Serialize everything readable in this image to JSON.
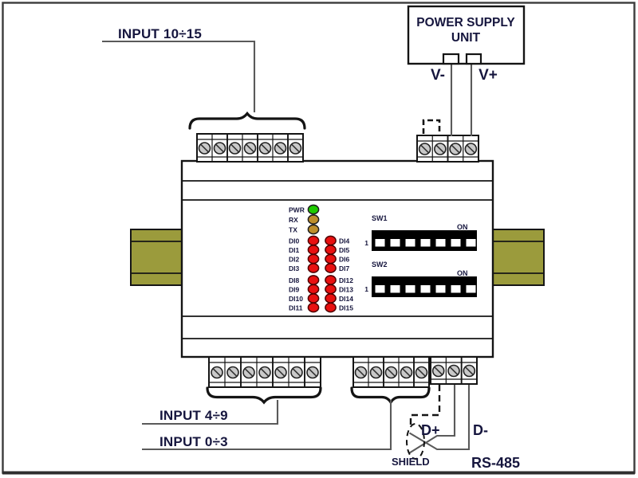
{
  "diagram": {
    "labels": {
      "input_10_15": "INPUT 10÷15",
      "input_4_9": "INPUT 4÷9",
      "input_0_3": "INPUT 0÷3",
      "v_minus": "V-",
      "v_plus": "V+",
      "d_plus": "D+",
      "d_minus": "D-",
      "shield": "SHIELD",
      "rs485": "RS-485"
    },
    "power_supply_unit": {
      "line1": "POWER SUPPLY",
      "line2": "UNIT"
    },
    "status_leds": [
      {
        "label": "PWR",
        "color": "#1ecb00"
      },
      {
        "label": "RX",
        "color": "#bd8e2b"
      },
      {
        "label": "TX",
        "color": "#bd8e2b"
      }
    ],
    "di_rows": [
      {
        "left": "DI0",
        "right": "DI4"
      },
      {
        "left": "DI1",
        "right": "DI5"
      },
      {
        "left": "DI2",
        "right": "DI6"
      },
      {
        "left": "DI3",
        "right": "DI7"
      },
      {
        "left": "DI8",
        "right": "DI12"
      },
      {
        "left": "DI9",
        "right": "DI13"
      },
      {
        "left": "DI10",
        "right": "DI14"
      },
      {
        "left": "DI11",
        "right": "DI15"
      }
    ],
    "dip_switches": [
      {
        "label": "SW1",
        "on_label": "ON",
        "first_pin": "1",
        "positions": 7
      },
      {
        "label": "SW2",
        "on_label": "ON",
        "first_pin": "1",
        "positions": 7
      }
    ],
    "terminal_blocks": [
      {
        "name": "top-input-terminals",
        "screws": 7
      },
      {
        "name": "power-terminals",
        "screws": 4
      },
      {
        "name": "bottom-input-4-9",
        "screws": 7
      },
      {
        "name": "bottom-input-0-3",
        "screws": 5
      },
      {
        "name": "rs485-terminals",
        "screws": 3
      }
    ],
    "colors": {
      "din_rail": "#9b9b3c",
      "di_led": "#e81010",
      "line_gray": "#5a5a5a",
      "ink": "#16163e"
    }
  }
}
